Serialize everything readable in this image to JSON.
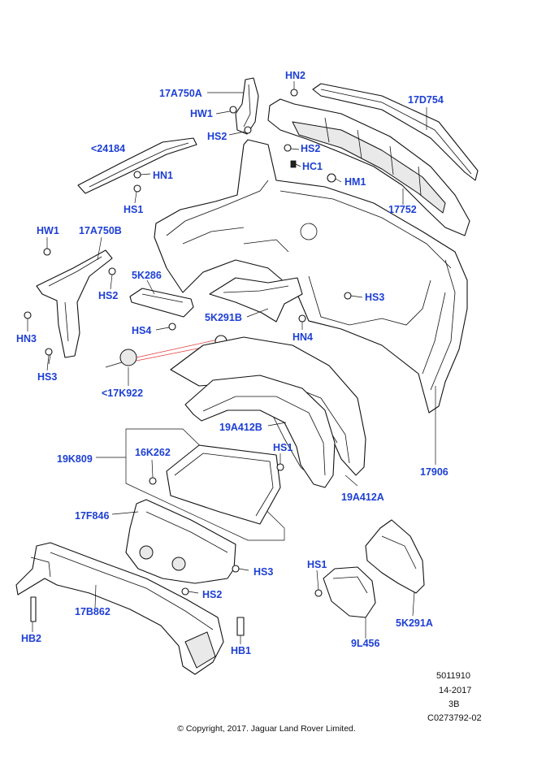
{
  "labels": {
    "l17A750A": "17A750A",
    "lHW1a": "HW1",
    "lHS2a": "HS2",
    "lHN2": "HN2",
    "l17D754": "17D754",
    "l24184": "<24184",
    "lHN1": "HN1",
    "lHS1a": "HS1",
    "lHS2b": "HS2",
    "lHC1": "HC1",
    "lHM1": "HM1",
    "l17752": "17752",
    "lHW1b": "HW1",
    "l17A750B": "17A750B",
    "l5K286": "5K286",
    "lHS2c": "HS2",
    "lHN3": "HN3",
    "lHS4": "HS4",
    "l5K291B": "5K291B",
    "lHS3a": "HS3",
    "lHN4": "HN4",
    "lHS3b": "HS3",
    "l17K922": "<17K922",
    "l19A412B": "19A412B",
    "lHS1b": "HS1",
    "l19K809": "19K809",
    "l16K262": "16K262",
    "l17906": "17906",
    "l19A412A": "19A412A",
    "l17F846": "17F846",
    "lHS3c": "HS3",
    "lHS2d": "HS2",
    "l17B862": "17B862",
    "lHB2": "HB2",
    "lHB1": "HB1",
    "lHS1c": "HS1",
    "l5K291A": "5K291A",
    "l9L456": "9L456"
  },
  "meta": {
    "line1": "5011910",
    "line2": "14-2017",
    "line3": "3B",
    "line4": "C0273792-02"
  },
  "copyright": "© Copyright, 2017. Jaguar Land Rover Limited.",
  "colors": {
    "label": "#1d3fd4",
    "line": "#111111",
    "highlight": "#e23b3b"
  }
}
